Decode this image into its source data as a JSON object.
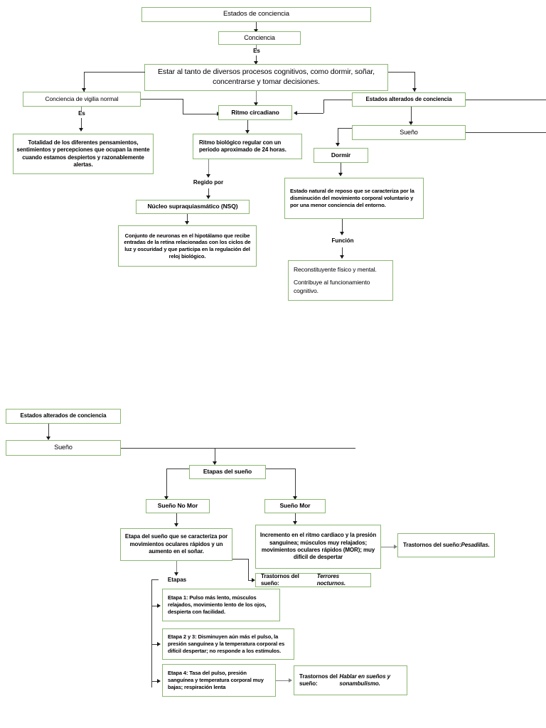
{
  "document": {
    "title": "Estados de conciencia",
    "language": "es",
    "accent_border_color": "#8CB772",
    "connector_color": "#3A3A3A",
    "background_color": "#FFFFFF"
  },
  "map1": {
    "nodes": {
      "root": "Estados de conciencia",
      "conciencia": "Conciencia",
      "definicion_conciencia": "Estar al tanto de diversos procesos cognitivos, como dormir, soñar, concentrarse y tomar decisiones.",
      "vigilia_normal": "Conciencia de vigilia normal",
      "totalidad": "Totalidad de los diferentes pensamientos, sentimientos y percepciones que ocupan la mente cuando estamos despiertos y razonablemente alertas.",
      "ritmo_circadiano": "Ritmo circadiano",
      "ritmo_biologico": "Ritmo biológico regular con un periodo aproximado de 24 horas.",
      "nsq": "Núcleo supraquiasmático (NSQ)",
      "nsq_def": "Conjunto de neuronas en el hipotálamo que recibe entradas de la retina relacionadas con los ciclos de luz y oscuridad y que participa en la regulación del reloj biológico.",
      "estados_alterados": "Estados alterados de conciencia",
      "sueno": "Sueño",
      "dormir": "Dormir",
      "dormir_def": "Estado natural de reposo que se caracteriza por la disminución del movimiento corporal voluntario y por una menor conciencia del entorno.",
      "funcion_def_line1": "Reconstituyente físico y mental.",
      "funcion_def_line2": "Contribuye al funcionamiento cognitivo."
    },
    "edge_labels": {
      "es_conciencia": "Es",
      "es_vigilia": "Es",
      "regido_por": "Regido por",
      "funcion": "Función"
    }
  },
  "map2": {
    "nodes": {
      "estados_alterados": "Estados alterados de conciencia",
      "sueno": "Sueño",
      "etapas_sueno": "Etapas del sueño",
      "sueno_no_mor": "Sueño No Mor",
      "sueno_mor": "Sueño Mor",
      "no_mor_def": "Etapa del sueño que se caracteriza por movimientos oculares rápidos y un aumento en el soñar.",
      "mor_def": "Incremento en el ritmo cardiaco y la presión sanguínea; músculos muy relajados; movimientos oculares rápidos (MOR); muy difícil de despertar",
      "etapa1": "Etapa 1: Pulso más lento, músculos relajados, movimiento lento de los ojos, despierta con facilidad.",
      "etapa23": "Etapa 2 y 3: Disminuyen aún más el pulso, la presión sanguínea y la temperatura corporal es difícil despertar; no responde a los estímulos.",
      "etapa4": "Etapa 4: Tasa del pulso, presión sanguínea y temperatura corporal muy bajas; respiración lenta"
    },
    "edge_labels": {
      "etapas": "Etapas"
    },
    "trastornos": {
      "pesadillas_prefix": "Trastornos del sueño: ",
      "pesadillas_value": "Pesadillas.",
      "terrores_prefix": "Trastornos del sueño: ",
      "terrores_value": "Terrores nocturnos.",
      "hablar_prefix": "Trastornos del sueño: ",
      "hablar_value": "Hablar en sueños y sonambulismo."
    }
  }
}
